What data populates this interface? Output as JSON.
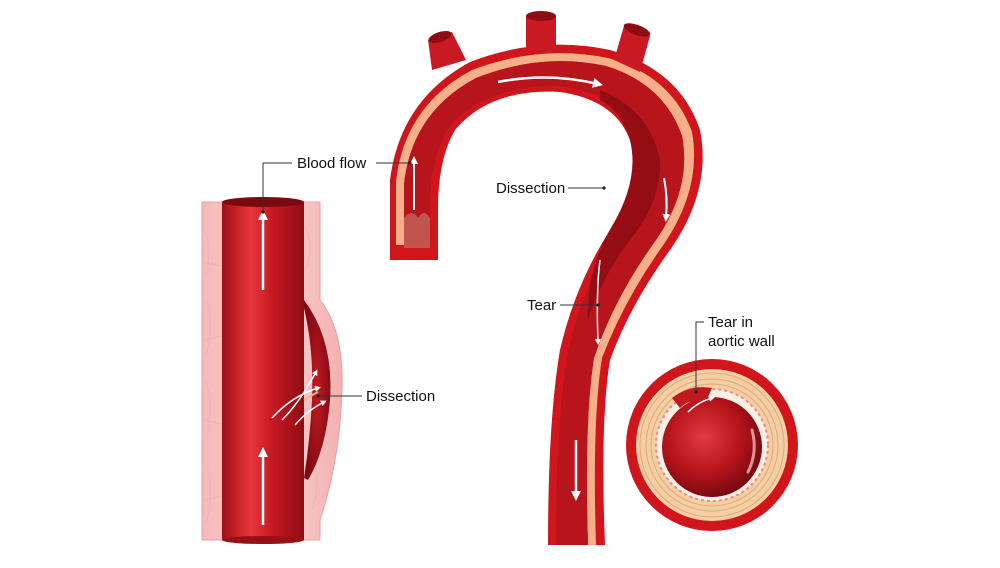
{
  "labels": {
    "blood_flow": "Blood flow",
    "dissection_vessel": "Dissection",
    "dissection_aorta": "Dissection",
    "tear": "Tear",
    "tear_wall_line1": "Tear in",
    "tear_wall_line2": "aortic wall"
  },
  "colors": {
    "lumen_dark": "#8e0c13",
    "lumen_mid": "#c91a23",
    "lumen_light": "#e8353c",
    "wall_pink": "#f8c6c6",
    "wall_pink_dark": "#f0a7a7",
    "intima": "#f6b089",
    "adventitia": "#d0151c",
    "media_tan": "#f3cfa3",
    "arrow": "#ffffff",
    "leader": "#333333"
  }
}
